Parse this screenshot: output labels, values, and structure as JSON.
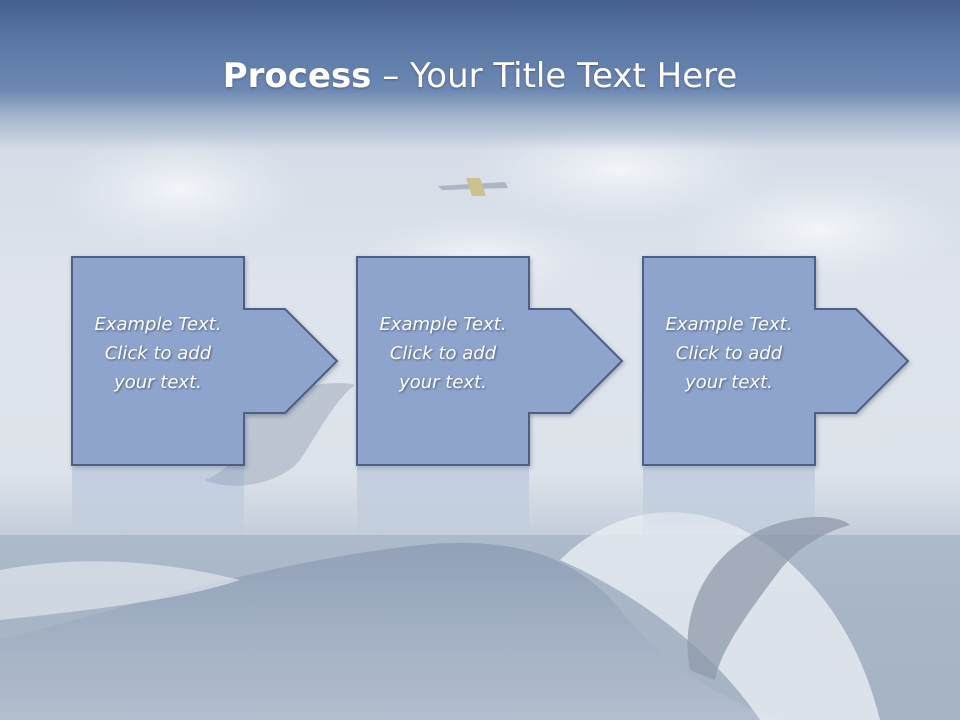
{
  "title": {
    "bold": "Process",
    "rest": " – Your Title Text Here"
  },
  "steps": [
    {
      "lines": [
        "Example Text.",
        "Click  to add",
        "your text."
      ]
    },
    {
      "lines": [
        "Example Text.",
        "Click  to add",
        "your text."
      ]
    },
    {
      "lines": [
        "Example Text.",
        "Click  to add",
        "your text."
      ]
    }
  ],
  "colors": {
    "box_fill": "#8ea4cc",
    "box_stroke": "#4e5f82",
    "banner": "#5a76a3"
  }
}
